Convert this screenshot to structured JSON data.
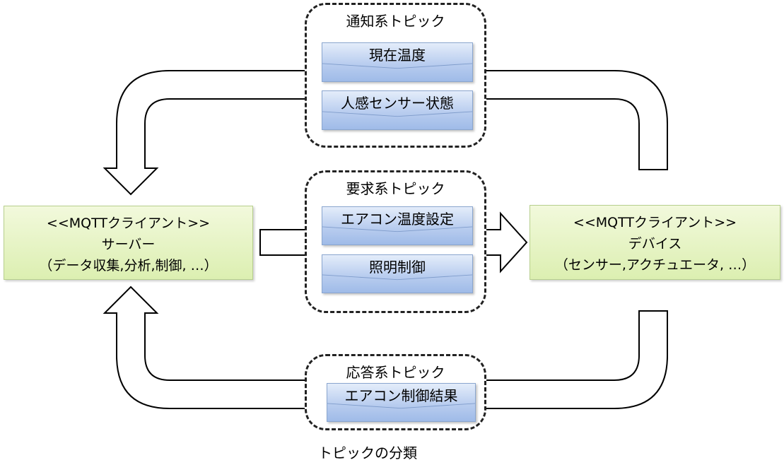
{
  "server": {
    "stereotype": "<<MQTTクライアント>>",
    "name": "サーバー",
    "detail": "（データ収集,分析,制御, …）"
  },
  "device": {
    "stereotype": "<<MQTTクライアント>>",
    "name": "デバイス",
    "detail": "（センサー,アクチュエータ, …）"
  },
  "groups": {
    "notify": {
      "title": "通知系トピック",
      "topics": [
        "現在温度",
        "人感センサー状態"
      ]
    },
    "request": {
      "title": "要求系トピック",
      "topics": [
        "エアコン温度設定",
        "照明制御"
      ]
    },
    "response": {
      "title": "応答系トピック",
      "topics": [
        "エアコン制御結果"
      ]
    }
  },
  "caption": "トピックの分類",
  "colors": {
    "client_fill": "#dcefb1",
    "client_border": "#b7cf8d",
    "topic_fill": "#b9cdef",
    "topic_border": "#8aa6cf",
    "group_border": "#222222",
    "arrow_stroke": "#000000",
    "arrow_fill": "#ffffff"
  }
}
